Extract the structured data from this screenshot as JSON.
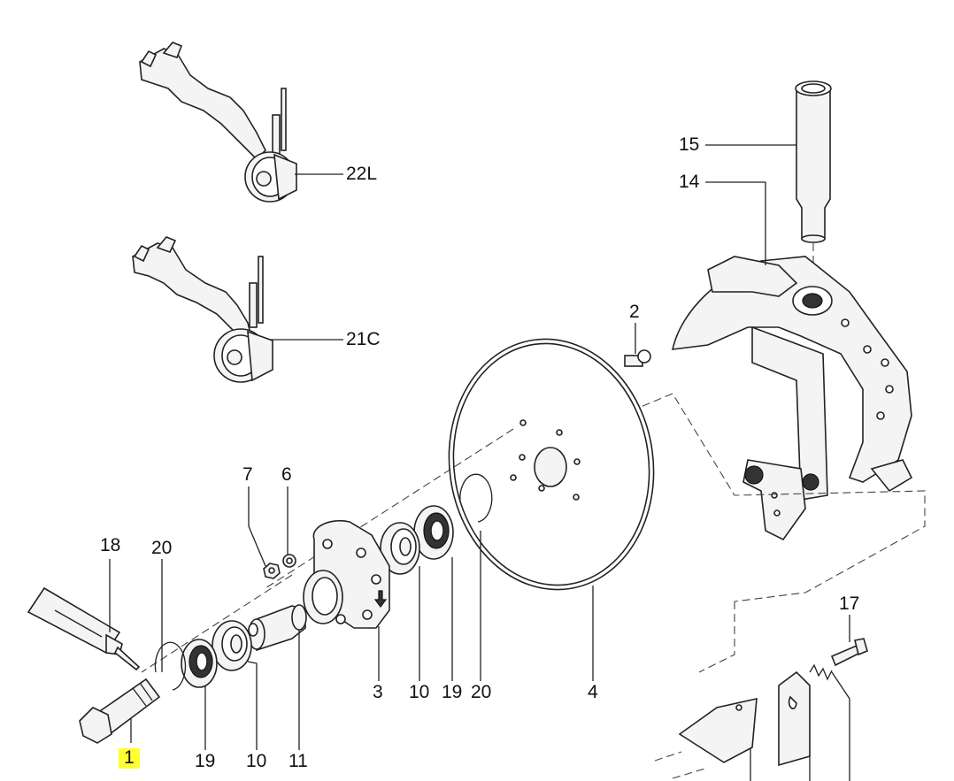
{
  "callouts": {
    "c22L": "22L",
    "c21C": "21C",
    "c15": "15",
    "c14": "14",
    "c2": "2",
    "c7": "7",
    "c6": "6",
    "c18": "18",
    "c20a": "20",
    "c17": "17",
    "c1": "1",
    "c19a": "19",
    "c10a": "10",
    "c11": "11",
    "c3": "3",
    "c10b": "10",
    "c19b": "19",
    "c20b": "20",
    "c4": "4"
  },
  "highlight_color": "#ffff33"
}
